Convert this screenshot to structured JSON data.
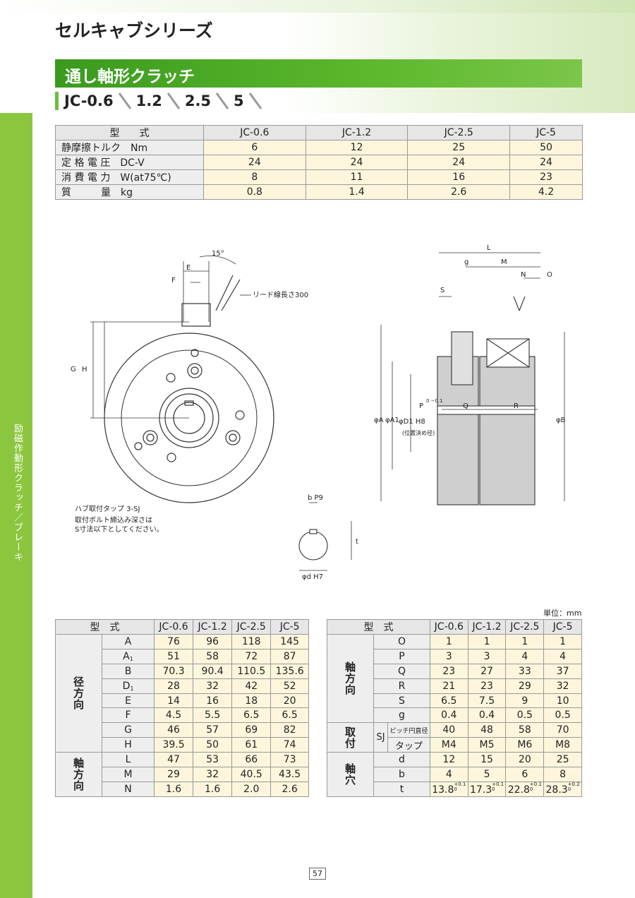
{
  "series_title": "セルキャブシリーズ",
  "product_title": "通し軸形クラッチ",
  "models_line": [
    "JC-0.6",
    "1.2",
    "2.5",
    "5"
  ],
  "sidebar_text": "励磁作動形クラッチ／ブレーキ",
  "spec_table": {
    "header": [
      "型　　式",
      "JC-0.6",
      "JC-1.2",
      "JC-2.5",
      "JC-5"
    ],
    "rows": [
      {
        "label": "静摩擦トルク　Nm",
        "values": [
          "6",
          "12",
          "25",
          "50"
        ]
      },
      {
        "label": "定 格 電 圧　DC-V",
        "values": [
          "24",
          "24",
          "24",
          "24"
        ]
      },
      {
        "label": "消 費 電 力　W(at75℃)",
        "values": [
          "8",
          "11",
          "16",
          "23"
        ]
      },
      {
        "label": "質　　　量　kg",
        "values": [
          "0.8",
          "1.4",
          "2.6",
          "4.2"
        ]
      }
    ]
  },
  "drawing_labels": {
    "angle": "15°",
    "e": "E",
    "f": "F",
    "g": "G",
    "h": "H",
    "lead": "リード線長さ300",
    "hub_tap": "ハブ取付タップ 3-SJ",
    "note1": "取付ボルト締込み深さは",
    "note2": "S寸法以下としてください。",
    "L": "L",
    "gg": "g",
    "M": "M",
    "N": "N",
    "O": "O",
    "S": "S",
    "phiA": "φA",
    "phiA1": "φA1",
    "phiD1": "φD1 H8",
    "phiD1_note": "(位置決め径)",
    "P": "P",
    "Ptol": "0 −0.1",
    "Q": "Q",
    "R": "R",
    "phiB": "φB",
    "bP9": "b P9",
    "t": "t",
    "phid": "φd H7"
  },
  "unit_label": "単位：mm",
  "dim_table_left": {
    "header": [
      "型　式",
      "JC-0.6",
      "JC-1.2",
      "JC-2.5",
      "JC-5"
    ],
    "groups": [
      {
        "name": "径方向",
        "rows": [
          {
            "key": "A",
            "values": [
              "76",
              "96",
              "118",
              "145"
            ]
          },
          {
            "key": "A1",
            "values": [
              "51",
              "58",
              "72",
              "87"
            ]
          },
          {
            "key": "B",
            "values": [
              "70.3",
              "90.4",
              "110.5",
              "135.6"
            ]
          },
          {
            "key": "D1",
            "values": [
              "28",
              "32",
              "42",
              "52"
            ]
          },
          {
            "key": "E",
            "values": [
              "14",
              "16",
              "18",
              "20"
            ]
          },
          {
            "key": "F",
            "values": [
              "4.5",
              "5.5",
              "6.5",
              "6.5"
            ]
          },
          {
            "key": "G",
            "values": [
              "46",
              "57",
              "69",
              "82"
            ]
          },
          {
            "key": "H",
            "values": [
              "39.5",
              "50",
              "61",
              "74"
            ]
          }
        ]
      },
      {
        "name": "軸方向",
        "rows": [
          {
            "key": "L",
            "values": [
              "47",
              "53",
              "66",
              "73"
            ]
          },
          {
            "key": "M",
            "values": [
              "29",
              "32",
              "40.5",
              "43.5"
            ]
          },
          {
            "key": "N",
            "values": [
              "1.6",
              "1.6",
              "2.0",
              "2.6"
            ]
          }
        ]
      }
    ]
  },
  "dim_table_right": {
    "header": [
      "型　式",
      "JC-0.6",
      "JC-1.2",
      "JC-2.5",
      "JC-5"
    ],
    "axial": {
      "name": "軸方向",
      "rows": [
        {
          "key": "O",
          "values": [
            "1",
            "1",
            "1",
            "1"
          ]
        },
        {
          "key": "P",
          "values": [
            "3",
            "3",
            "4",
            "4"
          ]
        },
        {
          "key": "Q",
          "values": [
            "23",
            "27",
            "33",
            "37"
          ]
        },
        {
          "key": "R",
          "values": [
            "21",
            "23",
            "29",
            "32"
          ]
        },
        {
          "key": "S",
          "values": [
            "6.5",
            "7.5",
            "9",
            "10"
          ]
        },
        {
          "key": "g",
          "values": [
            "0.4",
            "0.4",
            "0.5",
            "0.5"
          ]
        }
      ]
    },
    "mount": {
      "name": "取付",
      "sub": "SJ",
      "rows": [
        {
          "key": "ピッチ円直径",
          "values": [
            "40",
            "48",
            "58",
            "70"
          ]
        },
        {
          "key": "タップ",
          "values": [
            "M4",
            "M5",
            "M6",
            "M8"
          ]
        }
      ]
    },
    "bore": {
      "name": "軸穴",
      "rows": [
        {
          "key": "d",
          "values": [
            "12",
            "15",
            "20",
            "25"
          ]
        },
        {
          "key": "b",
          "values": [
            "4",
            "5",
            "6",
            "8"
          ]
        },
        {
          "key": "t",
          "values": [
            "13.8",
            "17.3",
            "22.8",
            "28.3"
          ],
          "tol_upper": [
            "+0.1",
            "+0.1",
            "+0.1",
            "+0.2"
          ],
          "tol_lower": [
            "0",
            "0",
            "0",
            "0"
          ]
        }
      ]
    }
  },
  "page_number": "57"
}
